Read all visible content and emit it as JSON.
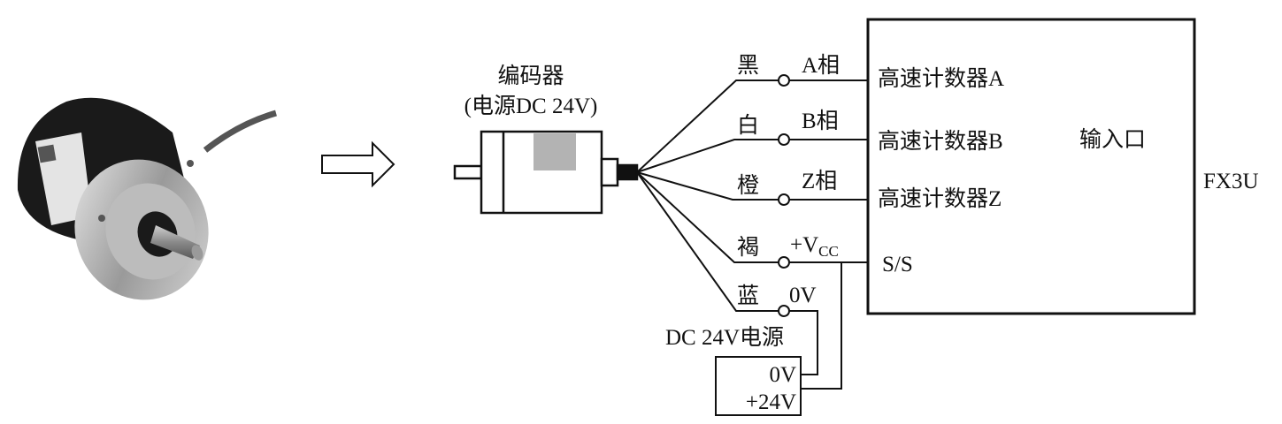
{
  "photo": {
    "label": "rotary-encoder-photo"
  },
  "encoder": {
    "title": "编码器",
    "subtitle": "(电源DC 24V)"
  },
  "wires": [
    {
      "color_label": "黑",
      "signal": "A相",
      "plc_input": "高速计数器A"
    },
    {
      "color_label": "白",
      "signal": "B相",
      "plc_input": "高速计数器B"
    },
    {
      "color_label": "橙",
      "signal": "Z相",
      "plc_input": "高速计数器Z"
    },
    {
      "color_label": "褐",
      "signal_main": "+V",
      "signal_sub": "CC",
      "plc_input": "S/S"
    },
    {
      "color_label": "蓝",
      "signal": "0V"
    }
  ],
  "plc": {
    "port_label": "输入口",
    "model": "FX3U"
  },
  "power_supply": {
    "title": "DC 24V电源",
    "terminal_0v": "0V",
    "terminal_24v": "+24V"
  },
  "colors": {
    "line": "#111111",
    "sensor_window": "#b3b3b3",
    "encoder_body": "#1a1a1a",
    "encoder_metal": "#c8c8c8"
  }
}
